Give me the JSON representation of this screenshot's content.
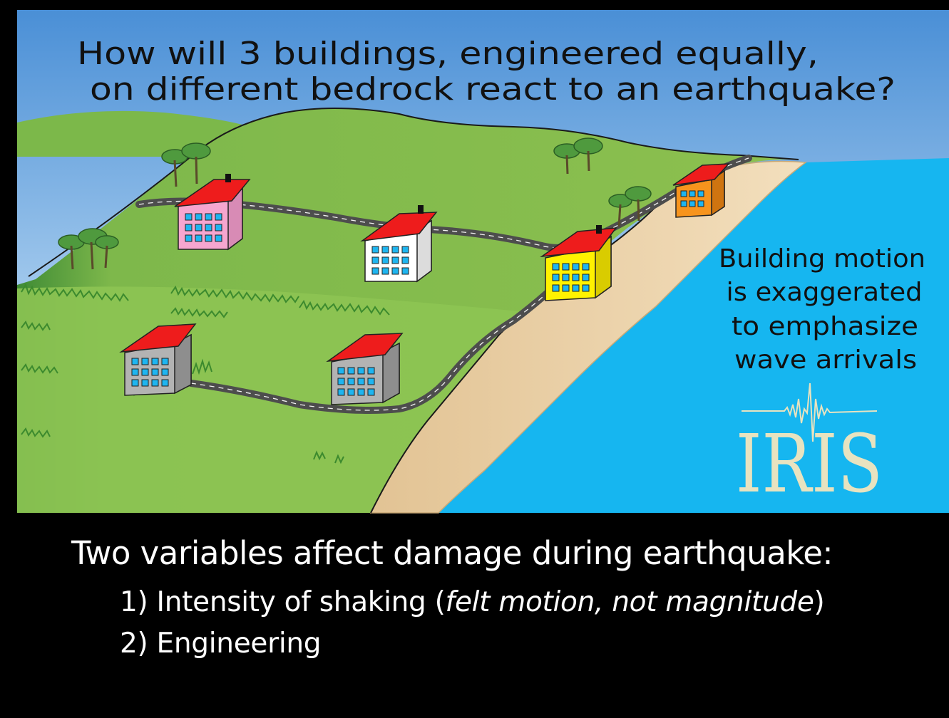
{
  "title": {
    "line1": "How will 3 buildings, engineered equally,",
    "line2": "on different bedrock react to an earthquake?"
  },
  "note": {
    "line1": "Building motion",
    "line2": "is exaggerated",
    "line3": "to emphasize",
    "line4": "wave arrivals"
  },
  "logo": {
    "text": "IRIS"
  },
  "caption": {
    "heading": "Two variables affect damage during earthquake:",
    "item1_prefix": "1) Intensity of shaking (",
    "item1_italic": "felt motion, not magnitude",
    "item1_suffix": ")",
    "item2": "2) Engineering"
  },
  "buildings": [
    {
      "id": "pink",
      "wall_color": "#f6a6cf"
    },
    {
      "id": "white",
      "wall_color": "#ffffff"
    },
    {
      "id": "yellow",
      "wall_color": "#fff200"
    },
    {
      "id": "orange",
      "wall_color": "#f7941d"
    },
    {
      "id": "gray-left",
      "wall_color": "#b3b3b3"
    },
    {
      "id": "gray-middle",
      "wall_color": "#b3b3b3"
    }
  ],
  "colors": {
    "sky_top": "#4a8fd6",
    "sky_bottom": "#dcecf7",
    "grass": "#8cc04f",
    "grass_dark": "#5a9a3c",
    "water": "#16b6f0",
    "sand": "#efd7b0",
    "roof": "#ee1c1c",
    "window": "#1eb5f0",
    "road": "#555555",
    "caption_bg": "#000000",
    "caption_text": "#ffffff",
    "logo": "#e8e3c0"
  }
}
